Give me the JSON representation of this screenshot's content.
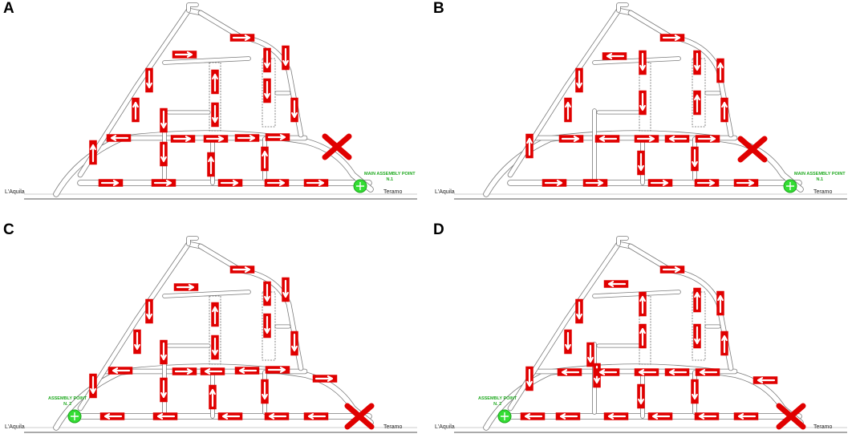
{
  "panels": [
    {
      "letter": "A",
      "cities": {
        "left": "L'Aquila",
        "right": "Teramo"
      },
      "assembly": {
        "line1": "MAIN ASSEMBLY POINT",
        "line2": "N.1",
        "side": "right"
      },
      "blocked_side": "right"
    },
    {
      "letter": "B",
      "cities": {
        "left": "L'Aquila",
        "right": "Teramo"
      },
      "assembly": {
        "line1": "MAIN ASSEMBLY POINT",
        "line2": "N.1",
        "side": "right"
      },
      "blocked_side": "right"
    },
    {
      "letter": "C",
      "cities": {
        "left": "L'Aquila",
        "right": "Teramo"
      },
      "assembly": {
        "line1": "ASSEMBLY POINT",
        "line2": "N. 2",
        "side": "left"
      },
      "blocked_side": "right-far"
    },
    {
      "letter": "D",
      "cities": {
        "left": "L'Aquila",
        "right": "Teramo"
      },
      "assembly": {
        "line1": "ASSEMBLY POINT",
        "line2": "N. 2",
        "side": "left"
      },
      "blocked_side": "right-far"
    }
  ],
  "colors": {
    "arrow": "#e00000",
    "assembly": "#33dd33",
    "road": "#888888",
    "blocked": "#e00000"
  },
  "icons": {
    "arrow": "evacuation-arrow-icon",
    "blocked": "blocked-x-icon",
    "assembly": "assembly-point-icon"
  }
}
